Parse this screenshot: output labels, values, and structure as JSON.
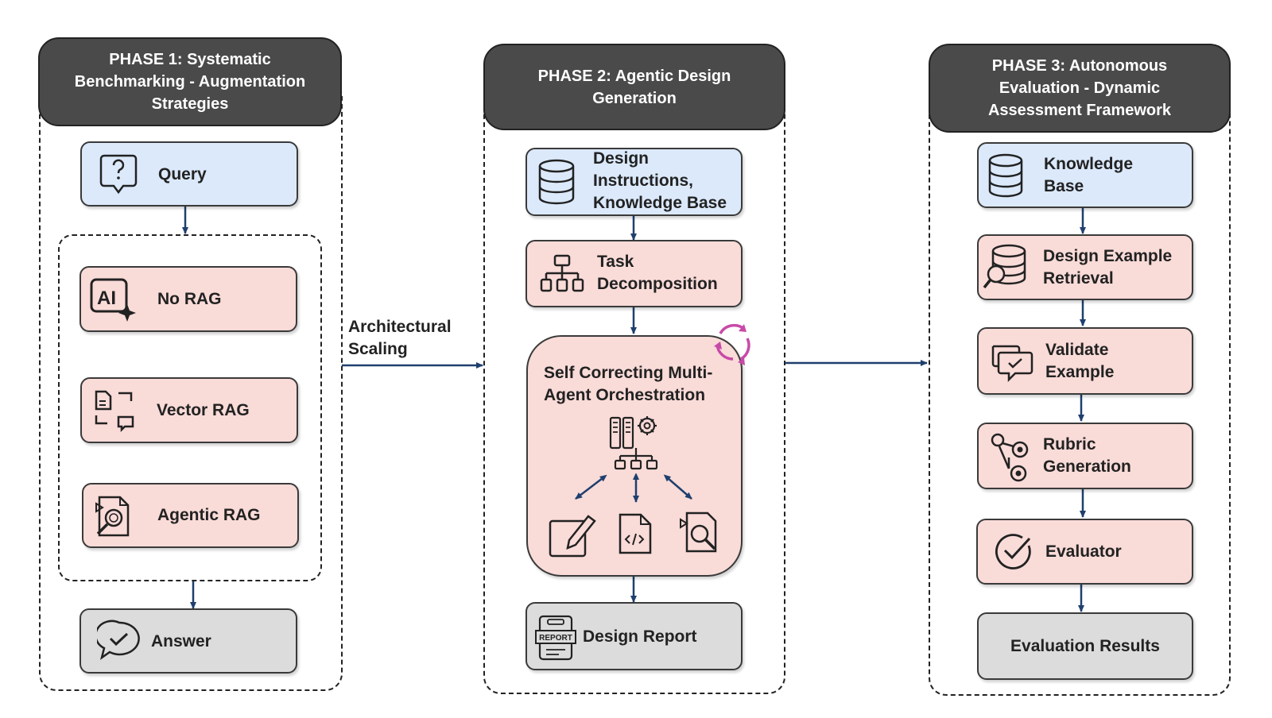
{
  "phase1": {
    "title": "PHASE 1: Systematic\nBenchmarking - Augmentation\nStrategies",
    "query": "Query",
    "no_rag": "No RAG",
    "vector_rag": "Vector RAG",
    "agentic_rag": "Agentic RAG",
    "answer": "Answer",
    "ai_icon_text": "AI"
  },
  "connector_label": "Architectural\nScaling",
  "phase2": {
    "title": "PHASE 2: Agentic Design\nGeneration",
    "design_instructions": "Design\nInstructions,\nKnowledge Base",
    "task_decomposition": "Task\nDecomposition",
    "orchestration": "Self Correcting Multi-\nAgent Orchestration",
    "design_report": "Design Report",
    "report_icon_text": "REPORT"
  },
  "phase3": {
    "title": "PHASE 3: Autonomous\nEvaluation - Dynamic\nAssessment Framework",
    "knowledge_base": "Knowledge\nBase",
    "design_example_retrieval": "Design Example\nRetrieval",
    "validate_example": "Validate\nExample",
    "rubric_generation": "Rubric\nGeneration",
    "evaluator": "Evaluator",
    "evaluation_results": "Evaluation Results"
  },
  "colors": {
    "header": "#4a4a4a",
    "blue_box": "#dbe9fb",
    "pink_box": "#f9dbd8",
    "gray_box": "#dcdcdc",
    "arrow": "#1f3f6e",
    "cycle_icon": "#c84aa8"
  },
  "icons": [
    "question-icon",
    "ai-sparkle-icon",
    "vector-rag-icon",
    "document-search-icon",
    "chat-check-icon",
    "database-icon",
    "hierarchy-icon",
    "cycle-icon",
    "server-gear-icon",
    "edit-note-icon",
    "code-file-icon",
    "report-icon",
    "database-search-icon",
    "validate-chat-icon",
    "rubric-gears-icon",
    "check-circle-icon"
  ]
}
